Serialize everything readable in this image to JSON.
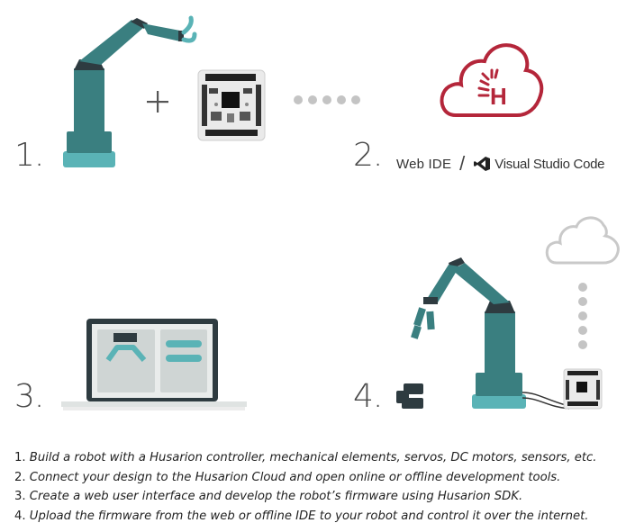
{
  "steps": [
    {
      "number": "1."
    },
    {
      "number": "2."
    },
    {
      "number": "3."
    },
    {
      "number": "4."
    }
  ],
  "ide": {
    "web_ide": "Web IDE",
    "separator": "/",
    "vscode": "Visual Studio Code"
  },
  "cloud_logo_letter": "H",
  "captions": [
    {
      "num": "1.",
      "text": "Build a robot with a Husarion controller, mechanical elements, servos, DC motors, sensors, etc."
    },
    {
      "num": "2.",
      "text": "Connect your design to the Husarion Cloud and open online or offline development tools."
    },
    {
      "num": "3.",
      "text": "Create a web user interface and develop the robot’s firmware using Husarion SDK."
    },
    {
      "num": "4.",
      "text": "Upload the firmware from the web or offline IDE to your robot and control it over the internet."
    }
  ],
  "colors": {
    "teal": "#3a7f80",
    "teal_light": "#5ab3b6",
    "dark_joint": "#2e3b40",
    "husarion_red": "#b4263a",
    "cloud_gray": "#c9c9c9",
    "dot_gray": "#c4c4c4"
  },
  "icons": [
    "robot-arm-icon",
    "plus-icon",
    "controller-board-icon",
    "dots-icon",
    "husarion-cloud-icon",
    "vscode-icon",
    "laptop-icon",
    "cloud-icon",
    "blocks-icon"
  ]
}
